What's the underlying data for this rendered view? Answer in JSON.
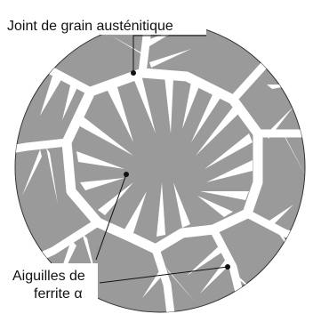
{
  "figure": {
    "labels": {
      "grain_boundary": "Joint de grain austénitique",
      "needles_line1": "Aiguilles de",
      "needles_line2": "ferrite α"
    },
    "colors": {
      "matrix": "#9a9a9a",
      "ferrite": "#ffffff",
      "outline": "#222222",
      "text": "#111111"
    }
  }
}
